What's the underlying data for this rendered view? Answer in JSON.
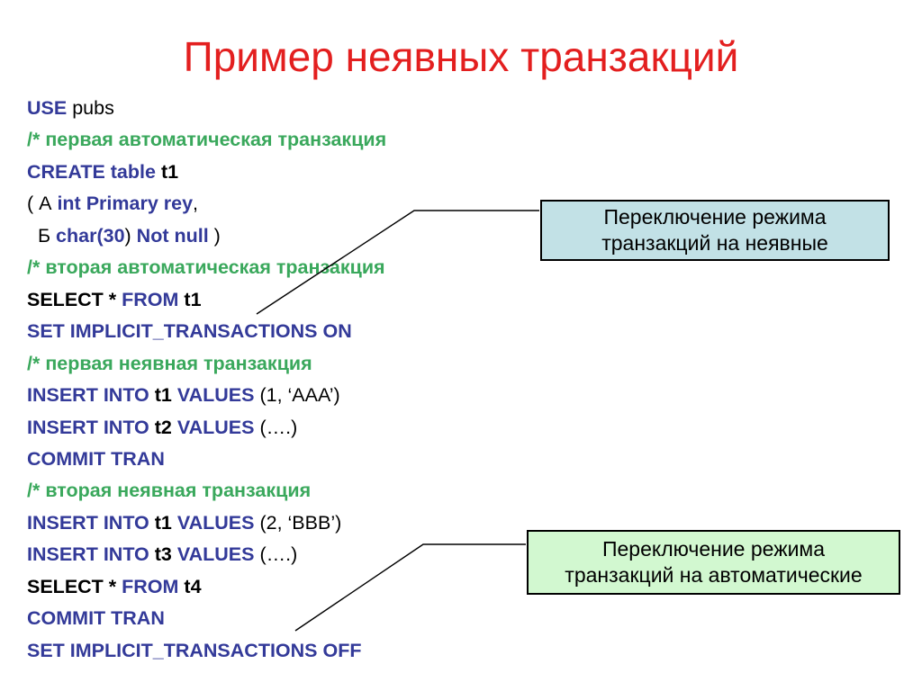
{
  "slide": {
    "title": "Пример неявных транзакций"
  },
  "colors": {
    "title": "#e31f1f",
    "keyword": "#333a99",
    "comment": "#3aa85c",
    "plain": "#000000",
    "callout_implicit_bg": "#c2e1e6",
    "callout_autocommit_bg": "#d2f8d0",
    "callout_border": "#000000"
  },
  "code": {
    "lines": [
      {
        "segments": [
          {
            "t": "USE",
            "s": "kw"
          },
          {
            "t": " pubs",
            "s": "plain"
          }
        ]
      },
      {
        "segments": [
          {
            "t": "/* первая автоматическая транзакция",
            "s": "cm"
          }
        ]
      },
      {
        "segments": [
          {
            "t": "CREATE table ",
            "s": "kw"
          },
          {
            "t": "t1",
            "s": "id"
          }
        ]
      },
      {
        "segments": [
          {
            "t": "( А ",
            "s": "plain"
          },
          {
            "t": "int Primary rey",
            "s": "kw"
          },
          {
            "t": ",",
            "s": "plain"
          }
        ]
      },
      {
        "segments": [
          {
            "t": "  Б ",
            "s": "plain"
          },
          {
            "t": "char(30",
            "s": "kw"
          },
          {
            "t": ") ",
            "s": "plain"
          },
          {
            "t": "Not null",
            "s": "kw"
          },
          {
            "t": " )",
            "s": "plain"
          }
        ]
      },
      {
        "segments": [
          {
            "t": "/* вторая автоматическая транзакция",
            "s": "cm"
          }
        ]
      },
      {
        "segments": [
          {
            "t": "SELECT * ",
            "s": "id"
          },
          {
            "t": "FROM",
            "s": "kw"
          },
          {
            "t": " t1",
            "s": "id"
          }
        ]
      },
      {
        "segments": [
          {
            "t": "SET IMPLICIT_TRANSACTIONS ON",
            "s": "kw"
          }
        ]
      },
      {
        "segments": [
          {
            "t": "/* первая неявная транзакция",
            "s": "cm"
          }
        ]
      },
      {
        "segments": [
          {
            "t": "INSERT INTO ",
            "s": "kw"
          },
          {
            "t": "t1",
            "s": "id"
          },
          {
            "t": " VALUES",
            "s": "kw"
          },
          {
            "t": " (1, ‘AAA’)",
            "s": "plain"
          }
        ]
      },
      {
        "segments": [
          {
            "t": "INSERT INTO ",
            "s": "kw"
          },
          {
            "t": "t2",
            "s": "id"
          },
          {
            "t": " VALUES",
            "s": "kw"
          },
          {
            "t": " (….)",
            "s": "plain"
          }
        ]
      },
      {
        "segments": [
          {
            "t": "COMMIT TRAN",
            "s": "kw"
          }
        ]
      },
      {
        "segments": [
          {
            "t": "/* вторая неявная транзакция",
            "s": "cm"
          }
        ]
      },
      {
        "segments": [
          {
            "t": "INSERT INTO ",
            "s": "kw"
          },
          {
            "t": "t1",
            "s": "id"
          },
          {
            "t": " VALUES",
            "s": "kw"
          },
          {
            "t": " (2, ‘BBB’)",
            "s": "plain"
          }
        ]
      },
      {
        "segments": [
          {
            "t": "INSERT INTO ",
            "s": "kw"
          },
          {
            "t": "t3",
            "s": "id"
          },
          {
            "t": " VALUES",
            "s": "kw"
          },
          {
            "t": " (….)",
            "s": "plain"
          }
        ]
      },
      {
        "segments": [
          {
            "t": "SELECT * ",
            "s": "id"
          },
          {
            "t": "FROM",
            "s": "kw"
          },
          {
            "t": " t4",
            "s": "id"
          }
        ]
      },
      {
        "segments": [
          {
            "t": "COMMIT TRAN",
            "s": "kw"
          }
        ]
      },
      {
        "segments": [
          {
            "t": "SET IMPLICIT_TRANSACTIONS OFF",
            "s": "kw"
          }
        ]
      }
    ]
  },
  "callouts": {
    "implicit_on": {
      "lines": [
        "Переключение режима",
        "транзакций на неявные"
      ]
    },
    "implicit_off": {
      "lines": [
        "Переключение режима",
        "транзакций на автоматические"
      ]
    }
  }
}
